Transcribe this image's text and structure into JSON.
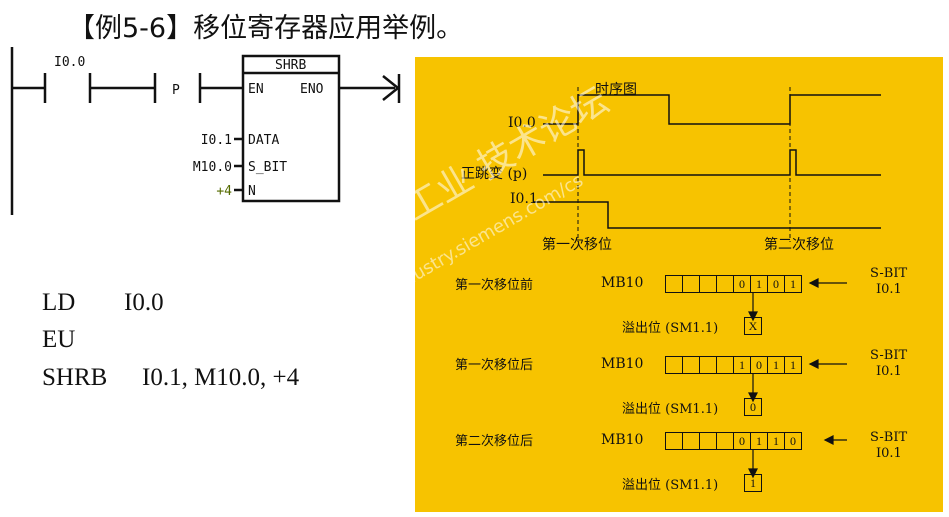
{
  "title": "【例5-6】移位寄存器应用举例。",
  "ladder": {
    "contact_label": "I0.0",
    "p_label": "P",
    "block_name": "SHRB",
    "en": "EN",
    "eno": "ENO",
    "data_pin": "DATA",
    "sbit_pin": "S_BIT",
    "n_pin": "N",
    "data_in": "I0.1",
    "sbit_in": "M10.0",
    "n_in": "+4"
  },
  "il": [
    {
      "op": "LD",
      "arg": "I0.0"
    },
    {
      "op": "EU",
      "arg": ""
    },
    {
      "op": "SHRB",
      "arg": "I0.1, M10.0, +4"
    }
  ],
  "timing": {
    "title": "时序图",
    "sig_i00": "I0.0",
    "sig_p": "正跳变 (p)",
    "sig_i01": "I0.1",
    "shift1": "第一次移位",
    "shift2": "第二次移位"
  },
  "states": [
    {
      "label": "第一次移位前",
      "reg": "MB10",
      "bits": [
        "",
        "",
        "",
        "",
        "0",
        "1",
        "0",
        "1"
      ],
      "ovf_label": "溢出位 (SM1.1)",
      "ovf": "X",
      "show_sbit": true
    },
    {
      "label": "第一次移位后",
      "reg": "MB10",
      "bits": [
        "",
        "",
        "",
        "",
        "1",
        "0",
        "1",
        "1"
      ],
      "ovf_label": "溢出位 (SM1.1)",
      "ovf": "0",
      "show_sbit": true
    },
    {
      "label": "第二次移位后",
      "reg": "MB10",
      "bits": [
        "",
        "",
        "",
        "",
        "0",
        "1",
        "1",
        "0"
      ],
      "ovf_label": "溢出位 (SM1.1)",
      "ovf": "1",
      "show_sbit": true
    }
  ],
  "sbit": {
    "line1": "S-BIT",
    "line2": "I0.1"
  },
  "watermark": {
    "line1": "西门子工业 技术论坛",
    "line2": "support.industry.siemens.com/cs"
  }
}
